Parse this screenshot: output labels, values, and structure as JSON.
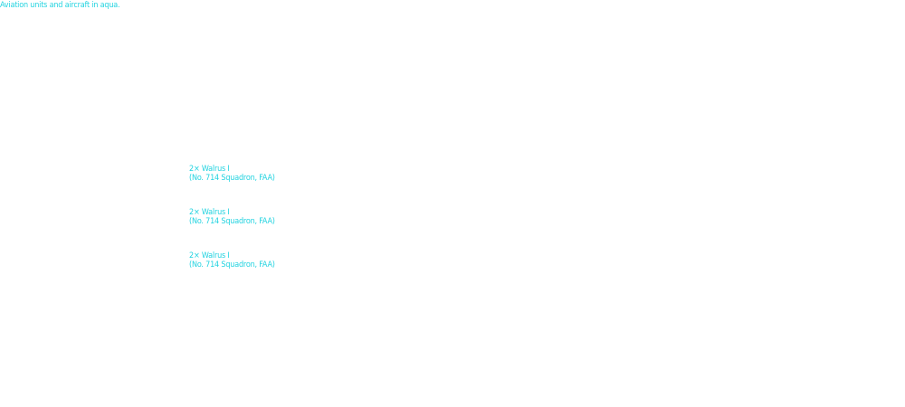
{
  "caption": "Aviation units and aircraft in aqua.",
  "units": [
    {
      "aircraft": "2× Walrus I",
      "unit": "(No. 714 Squadron, FAA)"
    },
    {
      "aircraft": "2× Walrus I",
      "unit": "(No. 714 Squadron, FAA)"
    },
    {
      "aircraft": "2× Walrus I",
      "unit": "(No. 714 Squadron, FAA)"
    }
  ],
  "colors": {
    "aqua_text": "#22d3e0",
    "background": "#ffffff"
  }
}
